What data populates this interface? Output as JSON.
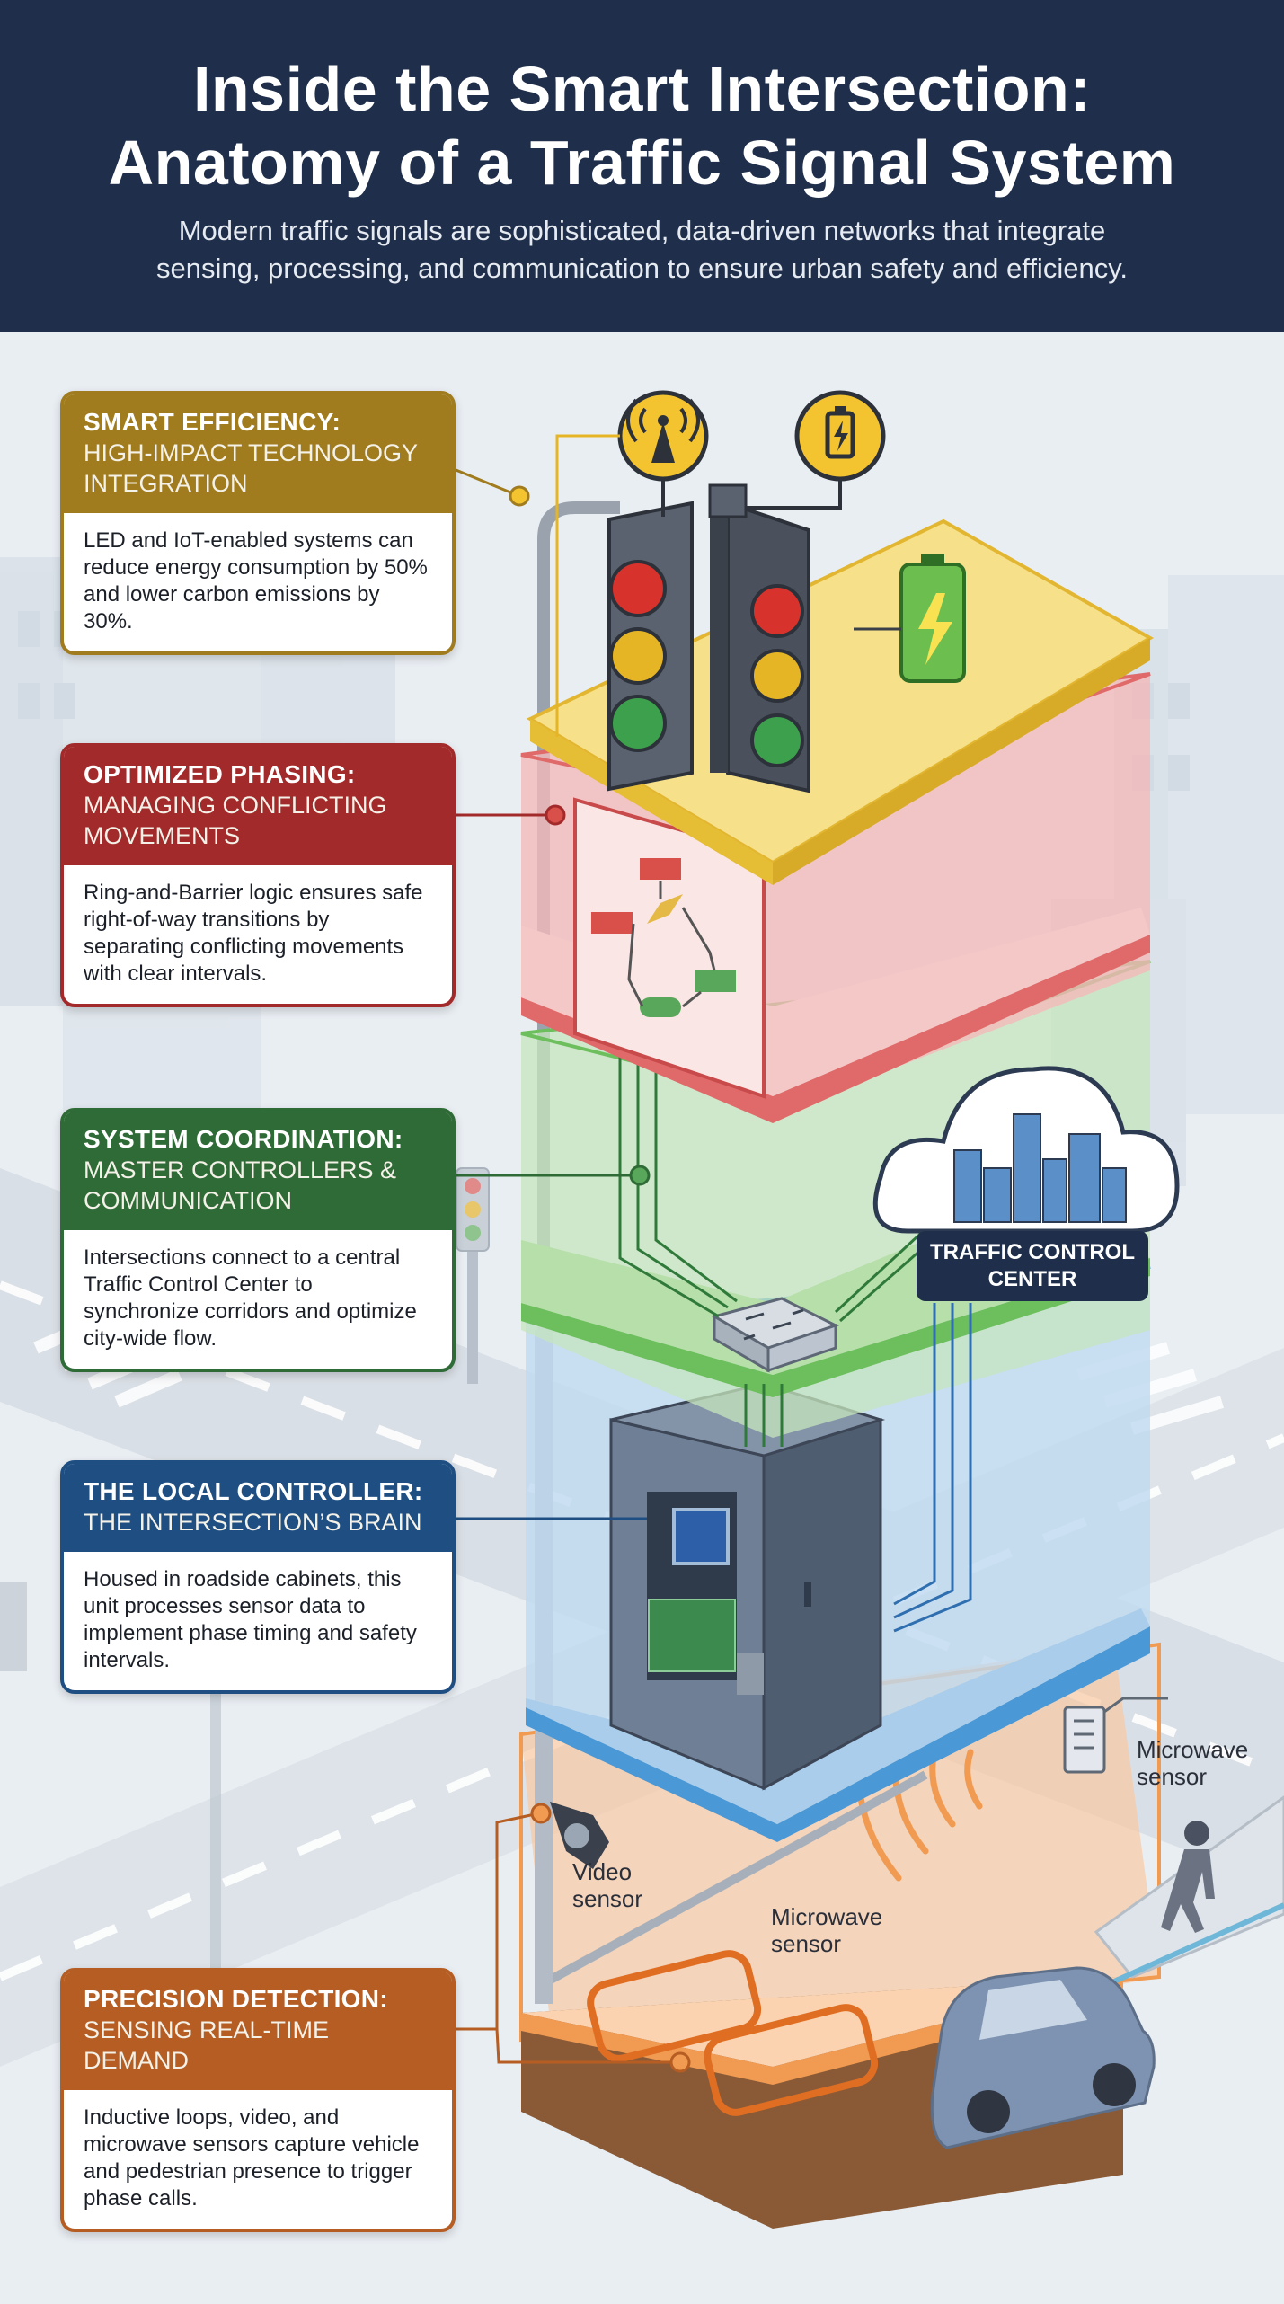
{
  "header": {
    "title_line1": "Inside the Smart Intersection:",
    "title_line2": "Anatomy of a Traffic Signal System",
    "subtitle_line1": "Modern traffic signals are sophisticated, data-driven networks that integrate",
    "subtitle_line2": "sensing, processing, and communication to ensure urban safety and efficiency."
  },
  "colors": {
    "header_bg": "#1f2e4a",
    "efficiency": "#a07c1e",
    "phasing": "#a32a2a",
    "coordination": "#2f6b36",
    "controller": "#1f4f82",
    "detection": "#b55d22"
  },
  "cards": [
    {
      "title": "SMART EFFICIENCY:",
      "subtitle_line1": "HIGH-IMPACT TECHNOLOGY",
      "subtitle_line2": "INTEGRATION",
      "body": "LED and IoT-enabled systems can reduce energy consumption by 50% and lower carbon emissions by 30%."
    },
    {
      "title": "OPTIMIZED PHASING:",
      "subtitle_line1": "MANAGING CONFLICTING",
      "subtitle_line2": "MOVEMENTS",
      "body": "Ring-and-Barrier logic ensures safe right-of-way transitions by separating conflicting movements with clear intervals."
    },
    {
      "title": "SYSTEM COORDINATION:",
      "subtitle_line1": "MASTER CONTROLLERS &",
      "subtitle_line2": "COMMUNICATION",
      "body": "Intersections connect to a central Traffic Control Center to synchronize corridors and optimize city-wide flow."
    },
    {
      "title": "THE LOCAL CONTROLLER:",
      "subtitle_line1": "THE INTERSECTION’S BRAIN",
      "subtitle_line2": "",
      "body": "Housed in roadside cabinets, this unit processes sensor data to implement phase timing and safety intervals."
    },
    {
      "title": "PRECISION DETECTION:",
      "subtitle_line1": "SENSING REAL-TIME DEMAND",
      "subtitle_line2": "",
      "body": "Inductive loops, video, and microwave sensors capture vehicle and pedestrian presence to trigger phase calls."
    }
  ],
  "labels": {
    "tcc_line1": "TRAFFIC CONTROL",
    "tcc_line2": "CENTER",
    "microwave_sensor_1_line1": "Microwave",
    "microwave_sensor_1_line2": "sensor",
    "video_sensor_line1": "Video",
    "video_sensor_line2": "sensor",
    "microwave_sensor_2_line1": "Microwave",
    "microwave_sensor_2_line2": "sensor"
  }
}
